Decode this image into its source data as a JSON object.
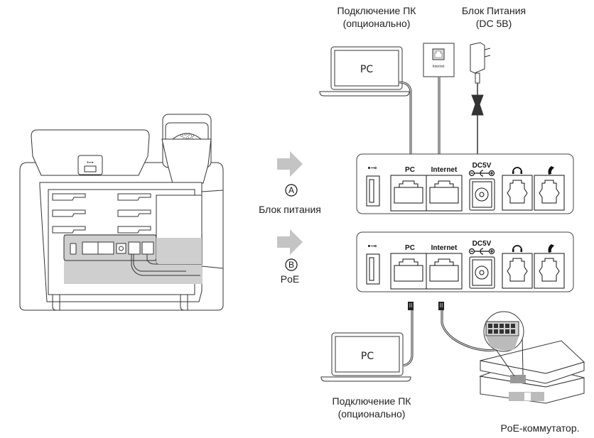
{
  "labels": {
    "pc_connection_top": [
      "Подключение ПК",
      "(опционально)"
    ],
    "power_adapter_top": [
      "Блок Питания",
      "(DC 5В)"
    ],
    "option_a_letter": "A",
    "option_a_label": "Блок питания",
    "option_b_letter": "B",
    "option_b_label": "PoE",
    "pc_connection_bottom": [
      "Подключение ПК",
      "(опционально)"
    ],
    "poe_switch": "PoE-коммутатор."
  },
  "devices": {
    "laptop_top_label": "PC",
    "laptop_bottom_label": "PC",
    "wall_jack_label": "Internet"
  },
  "port_panels": [
    {
      "id": "A",
      "ports": [
        {
          "name": "usb",
          "label": "",
          "icon": "usb-icon"
        },
        {
          "name": "pc",
          "label": "PC"
        },
        {
          "name": "internet",
          "label": "Internet"
        },
        {
          "name": "dc5v",
          "label": "DC5V",
          "icon": "polarity-icon"
        },
        {
          "name": "headset",
          "label": "",
          "icon": "headset-icon"
        },
        {
          "name": "handset",
          "label": "",
          "icon": "handset-icon"
        }
      ]
    },
    {
      "id": "B",
      "ports": [
        {
          "name": "usb",
          "label": "",
          "icon": "usb-icon"
        },
        {
          "name": "pc",
          "label": "PC"
        },
        {
          "name": "internet",
          "label": "Internet"
        },
        {
          "name": "dc5v",
          "label": "DC5V",
          "icon": "polarity-icon"
        },
        {
          "name": "headset",
          "label": "",
          "icon": "headset-icon"
        },
        {
          "name": "handset",
          "label": "",
          "icon": "handset-icon"
        }
      ]
    }
  ],
  "colors": {
    "line": "#333333",
    "gray_fill": "#c8c8c8",
    "arrow": "#c0c0c0",
    "port_fill": "#d9d9d9"
  }
}
